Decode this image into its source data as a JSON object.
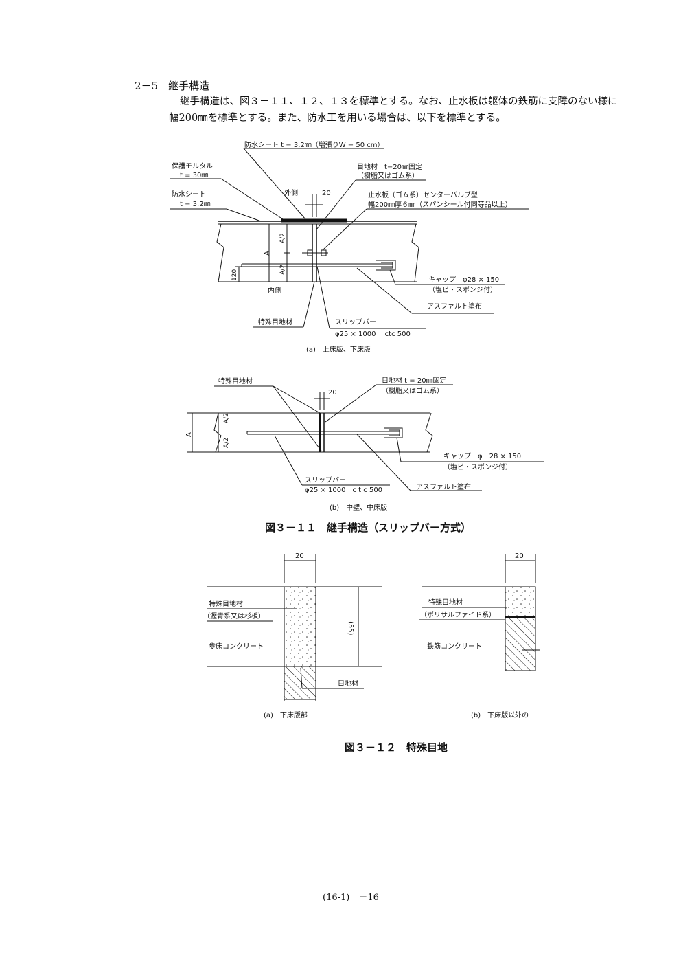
{
  "section": {
    "heading": "2－5　継手構造",
    "paragraph_line1": "継手構造は、図３－１１、１２、１３を標準とする。なお、止水板は躯体の鉄筋に支障のない様に",
    "paragraph_line2": "幅200㎜を標準とする。また、防水工を用いる場合は、以下を標準とする。"
  },
  "figure_11a": {
    "label_sheet_top": "防水シート t = 3.2㎜（増張りW = 50 cm）",
    "label_mortar_1": "保護モルタル",
    "label_mortar_2": "t = 30㎜",
    "label_sheet_1": "防水シート",
    "label_sheet_2": "t = 3.2㎜",
    "label_outside": "外側",
    "label_width": "20",
    "label_joint_1": "目地材　t=20㎜固定",
    "label_joint_2": "（樹脂又はゴム系）",
    "label_waterstop_1": "止水板（ゴム系）センターバルブ型",
    "label_waterstop_2": "幅200㎜厚６㎜（スパンシール付同等品以上）",
    "label_A": "A",
    "label_A_half_top": "A/2",
    "label_A_half_bottom": "A/2",
    "label_120": "120",
    "label_inside": "内側",
    "label_cap_1": "キャップ　φ28 × 150",
    "label_cap_2": "（塩ビ・スポンジ付）",
    "label_asphalt": "アスファルト塗布",
    "label_special": "特殊目地材",
    "label_slip_1": "スリップバー",
    "label_slip_2": "φ25 × 1000　 ctc 500",
    "caption": "(a)　上床版、下床版"
  },
  "figure_11b": {
    "label_special": "特殊目地材",
    "label_joint_1": "目地材 t = 20㎜固定",
    "label_joint_2": "（樹脂又はゴム系）",
    "label_width": "20",
    "label_A": "A",
    "label_A_half_top": "A/2",
    "label_A_half_bottom": "A/2",
    "label_cap_1": "キャップ　φ　28 × 150",
    "label_cap_2": "（塩ビ・スポンジ付）",
    "label_slip_1": "スリップバー",
    "label_slip_2": "φ25 × 1000　c t c 500",
    "label_asphalt": "アスファルト塗布",
    "caption": "(b)　中壁、中床版"
  },
  "figure_11_title": "図３－１１　継手構造（スリップバー方式）",
  "figure_12a": {
    "label_width": "20",
    "label_special_1": "特殊目地材",
    "label_special_2": "（瀝青系又は杉板）",
    "label_dim": "(55)",
    "label_concrete": "歩床コンクリート",
    "label_joint": "目地材",
    "caption": "(a)　下床版部"
  },
  "figure_12b": {
    "label_width": "20",
    "label_special_1": "特殊目地材",
    "label_special_2": "（ポリサルファイド系）",
    "label_concrete": "鉄筋コンクリート",
    "caption": "(b)　下床版以外の"
  },
  "figure_12_title": "図３－１２　特殊目地",
  "footer": "(16-1)　－16"
}
